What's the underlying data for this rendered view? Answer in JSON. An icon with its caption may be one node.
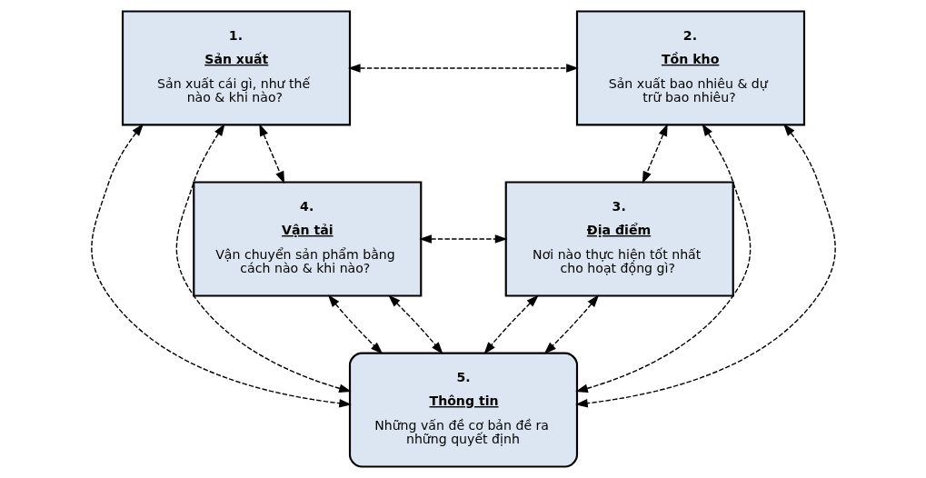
{
  "diagram": {
    "nodes": [
      {
        "text": [
          "1.",
          "Sản xuất",
          "Sản xuất cái gì, như thế nào & khi nào?"
        ]
      },
      {
        "text": [
          "2.",
          "Tồn kho",
          "Sản xuất bao nhiêu & dự trữ bao nhiêu?"
        ]
      },
      {
        "text": [
          "5.",
          "Thông tin",
          "Những vấn đề cơ bản đề ra những quyết định"
        ]
      },
      {
        "text": [
          "4.",
          "Vận tải",
          "Vận chuyển sản phẩm bằng cách nào & khi nào?"
        ]
      },
      {
        "text": [
          "3.",
          "Địa điểm",
          "Nơi nào thực hiện tốt nhất cho hoạt động gì?"
        ]
      }
    ],
    "edges": [
      {
        "from": 0,
        "to": 1,
        "arrow": "both",
        "style": "dashed"
      },
      {
        "from": 0,
        "to": 2,
        "arrow": "both",
        "style": "dashed"
      },
      {
        "from": 1,
        "to": 2,
        "arrow": "both",
        "style": "dashed"
      },
      {
        "from": 0,
        "to": 3,
        "arrow": "both",
        "style": "dashed"
      },
      {
        "from": 0,
        "to": 2,
        "arrow": "both",
        "style": "dashed"
      },
      {
        "from": 3,
        "to": 2,
        "arrow": "both",
        "style": "dashed"
      },
      {
        "from": 1,
        "to": 4,
        "arrow": "both",
        "style": "dashed"
      },
      {
        "from": 1,
        "to": 2,
        "arrow": "both",
        "style": "dashed"
      },
      {
        "from": 4,
        "to": 2,
        "arrow": "both",
        "style": "dashed"
      },
      {
        "from": 3,
        "to": 4,
        "arrow": "both",
        "style": "dashed"
      },
      {
        "from": 3,
        "to": 2,
        "arrow": "both",
        "style": "dashed"
      },
      {
        "from": 4,
        "to": 2,
        "arrow": "both",
        "style": "dashed"
      }
    ]
  }
}
